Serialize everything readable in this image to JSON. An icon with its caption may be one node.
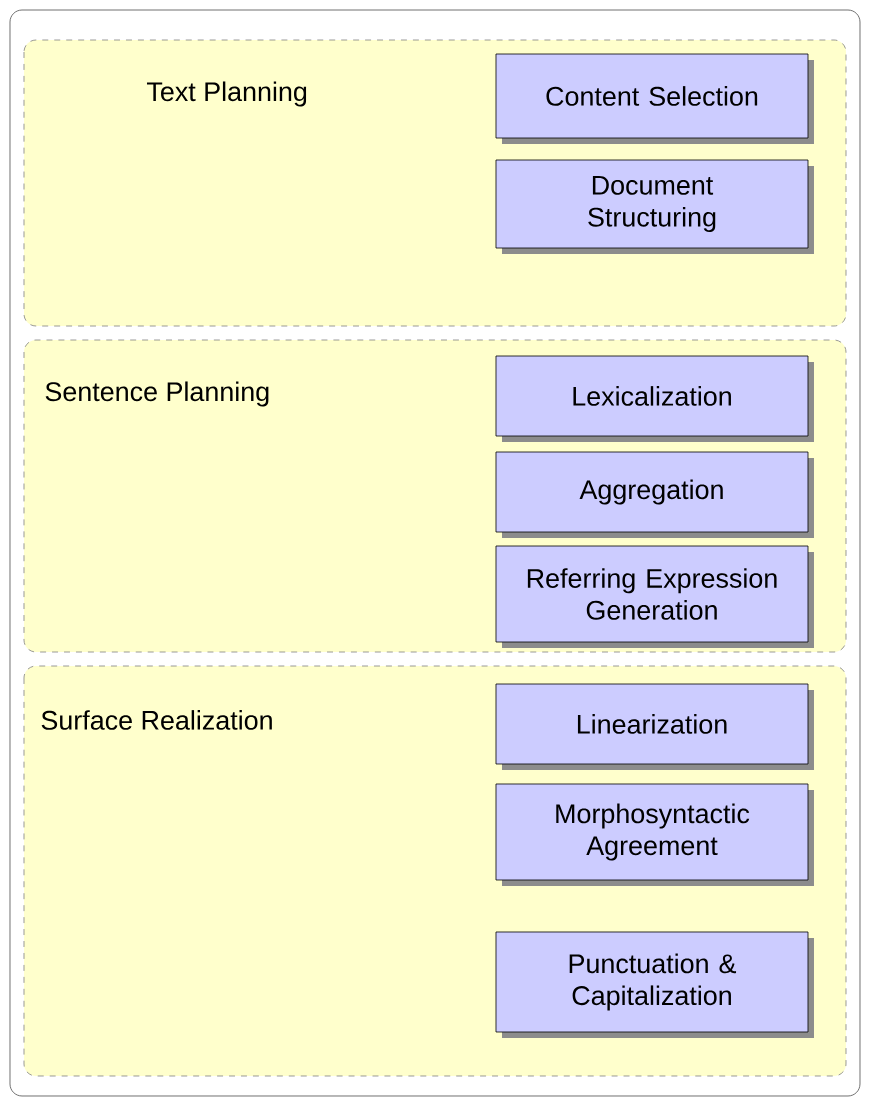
{
  "diagram": {
    "nodes": [
      {
        "text": [
          "Text Planning"
        ]
      },
      {
        "text": [
          "Content Selection"
        ],
        "in": 0
      },
      {
        "text": [
          "Document Structuring"
        ],
        "in": 0
      },
      {
        "text": [
          "Sentence Planning"
        ]
      },
      {
        "text": [
          "Lexicalization"
        ],
        "in": 3
      },
      {
        "text": [
          "Aggregation"
        ],
        "in": 3
      },
      {
        "text": [
          "Referring Expression Generation"
        ],
        "in": 3
      },
      {
        "text": [
          "Surface Realization"
        ]
      },
      {
        "text": [
          "Linearization"
        ],
        "in": 7
      },
      {
        "text": [
          "Morphosyntactic Agreement"
        ],
        "in": 7
      },
      {
        "text": [
          "Punctuation & Capitalization"
        ],
        "in": 7
      }
    ]
  }
}
